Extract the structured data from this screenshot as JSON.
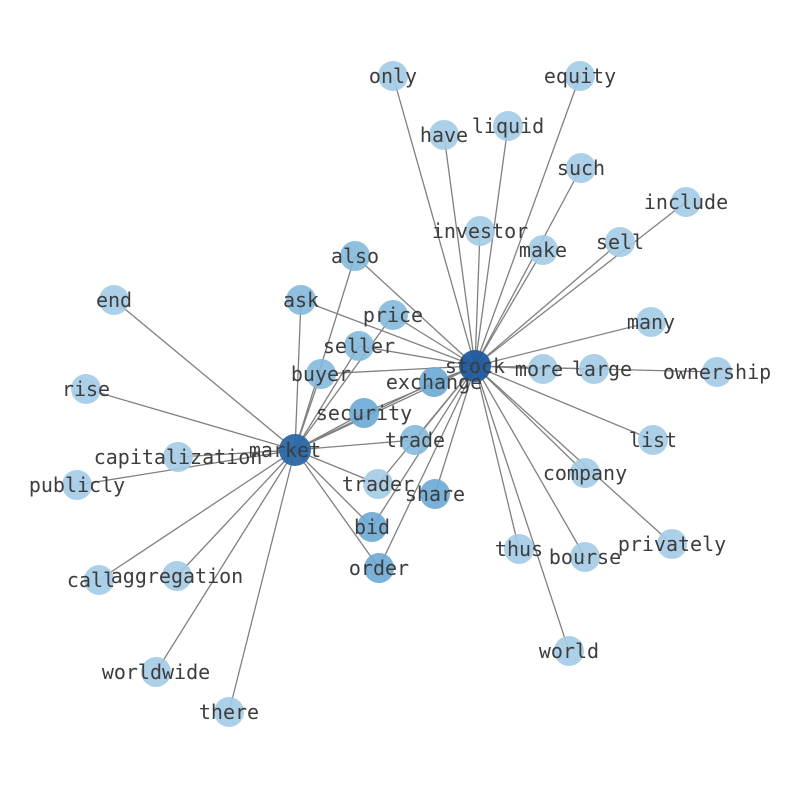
{
  "graph": {
    "hubs": [
      {
        "id": "stock",
        "label": "stock",
        "color": "#1f5a9e"
      },
      {
        "id": "market",
        "label": "market",
        "color": "#2a67a8"
      }
    ],
    "nodes": [
      {
        "id": "only",
        "label": "only",
        "color": "#a3cbe5"
      },
      {
        "id": "equity",
        "label": "equity",
        "color": "#a3cbe5"
      },
      {
        "id": "have",
        "label": "have",
        "color": "#a3cbe5"
      },
      {
        "id": "liquid",
        "label": "liquid",
        "color": "#a3cbe5"
      },
      {
        "id": "such",
        "label": "such",
        "color": "#a3cbe5"
      },
      {
        "id": "include",
        "label": "include",
        "color": "#a3cbe5"
      },
      {
        "id": "investor",
        "label": "investor",
        "color": "#a3cbe5"
      },
      {
        "id": "make",
        "label": "make",
        "color": "#a3cbe5"
      },
      {
        "id": "sell",
        "label": "sell",
        "color": "#a3cbe5"
      },
      {
        "id": "also",
        "label": "also",
        "color": "#84b9dc"
      },
      {
        "id": "end",
        "label": "end",
        "color": "#a3cbe5"
      },
      {
        "id": "ask",
        "label": "ask",
        "color": "#84b9dc"
      },
      {
        "id": "price",
        "label": "price",
        "color": "#84b9dc"
      },
      {
        "id": "many",
        "label": "many",
        "color": "#a3cbe5"
      },
      {
        "id": "seller",
        "label": "seller",
        "color": "#84b9dc"
      },
      {
        "id": "more",
        "label": "more",
        "color": "#a3cbe5"
      },
      {
        "id": "large",
        "label": "large",
        "color": "#a3cbe5"
      },
      {
        "id": "ownership",
        "label": "ownership",
        "color": "#a3cbe5"
      },
      {
        "id": "buyer",
        "label": "buyer",
        "color": "#84b9dc"
      },
      {
        "id": "exchange",
        "label": "exchange",
        "color": "#6aa8d4"
      },
      {
        "id": "rise",
        "label": "rise",
        "color": "#a3cbe5"
      },
      {
        "id": "security",
        "label": "security",
        "color": "#6aa8d4"
      },
      {
        "id": "trade",
        "label": "trade",
        "color": "#84b9dc"
      },
      {
        "id": "list",
        "label": "list",
        "color": "#a3cbe5"
      },
      {
        "id": "capitalization",
        "label": "capitalization",
        "color": "#a3cbe5"
      },
      {
        "id": "company",
        "label": "company",
        "color": "#a3cbe5"
      },
      {
        "id": "publicly",
        "label": "publicly",
        "color": "#a3cbe5"
      },
      {
        "id": "trader",
        "label": "trader",
        "color": "#a3cbe5"
      },
      {
        "id": "share",
        "label": "share",
        "color": "#6aa8d4"
      },
      {
        "id": "bid",
        "label": "bid",
        "color": "#6aa8d4"
      },
      {
        "id": "thus",
        "label": "thus",
        "color": "#a3cbe5"
      },
      {
        "id": "bourse",
        "label": "bourse",
        "color": "#a3cbe5"
      },
      {
        "id": "privately",
        "label": "privately",
        "color": "#a3cbe5"
      },
      {
        "id": "order",
        "label": "order",
        "color": "#6aa8d4"
      },
      {
        "id": "call",
        "label": "call",
        "color": "#a3cbe5"
      },
      {
        "id": "aggregation",
        "label": "aggregation",
        "color": "#a3cbe5"
      },
      {
        "id": "world",
        "label": "world",
        "color": "#a3cbe5"
      },
      {
        "id": "worldwide",
        "label": "worldwide",
        "color": "#a3cbe5"
      },
      {
        "id": "there",
        "label": "there",
        "color": "#a3cbe5"
      }
    ],
    "edges": [
      [
        "stock",
        "only"
      ],
      [
        "stock",
        "equity"
      ],
      [
        "stock",
        "have"
      ],
      [
        "stock",
        "liquid"
      ],
      [
        "stock",
        "such"
      ],
      [
        "stock",
        "include"
      ],
      [
        "stock",
        "investor"
      ],
      [
        "stock",
        "make"
      ],
      [
        "stock",
        "sell"
      ],
      [
        "stock",
        "also"
      ],
      [
        "stock",
        "ask"
      ],
      [
        "stock",
        "price"
      ],
      [
        "stock",
        "many"
      ],
      [
        "stock",
        "seller"
      ],
      [
        "stock",
        "more"
      ],
      [
        "stock",
        "large"
      ],
      [
        "stock",
        "ownership"
      ],
      [
        "stock",
        "buyer"
      ],
      [
        "stock",
        "exchange"
      ],
      [
        "stock",
        "security"
      ],
      [
        "stock",
        "trade"
      ],
      [
        "stock",
        "list"
      ],
      [
        "stock",
        "company"
      ],
      [
        "stock",
        "trader"
      ],
      [
        "stock",
        "share"
      ],
      [
        "stock",
        "bid"
      ],
      [
        "stock",
        "thus"
      ],
      [
        "stock",
        "bourse"
      ],
      [
        "stock",
        "privately"
      ],
      [
        "stock",
        "order"
      ],
      [
        "stock",
        "world"
      ],
      [
        "stock",
        "market"
      ],
      [
        "market",
        "also"
      ],
      [
        "market",
        "end"
      ],
      [
        "market",
        "ask"
      ],
      [
        "market",
        "price"
      ],
      [
        "market",
        "seller"
      ],
      [
        "market",
        "buyer"
      ],
      [
        "market",
        "exchange"
      ],
      [
        "market",
        "rise"
      ],
      [
        "market",
        "security"
      ],
      [
        "market",
        "trade"
      ],
      [
        "market",
        "capitalization"
      ],
      [
        "market",
        "publicly"
      ],
      [
        "market",
        "trader"
      ],
      [
        "market",
        "bid"
      ],
      [
        "market",
        "order"
      ],
      [
        "market",
        "call"
      ],
      [
        "market",
        "aggregation"
      ],
      [
        "market",
        "worldwide"
      ],
      [
        "market",
        "there"
      ]
    ]
  }
}
